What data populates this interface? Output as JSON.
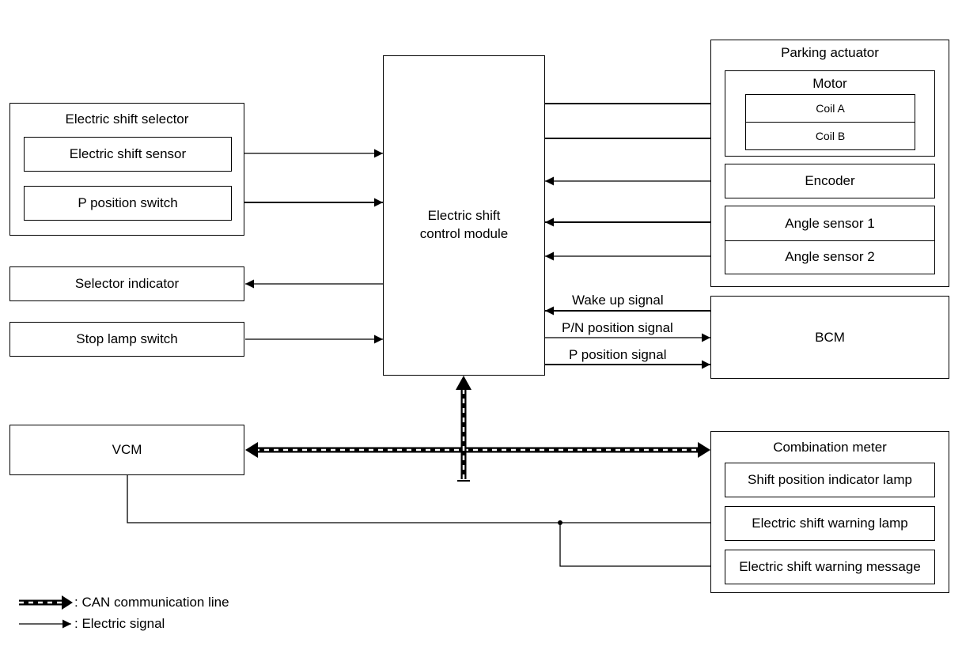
{
  "shift_selector": {
    "title": "Electric shift selector",
    "sensor": "Electric shift sensor",
    "p_switch": "P position switch"
  },
  "selector_indicator": "Selector indicator",
  "stop_lamp_switch": "Stop lamp switch",
  "vcm": "VCM",
  "control_module": {
    "line1": "Electric shift",
    "line2": "control module"
  },
  "parking_actuator": {
    "title": "Parking actuator",
    "motor": "Motor",
    "coil_a": "Coil A",
    "coil_b": "Coil B",
    "encoder": "Encoder",
    "angle_sensor_1": "Angle sensor 1",
    "angle_sensor_2": "Angle sensor 2"
  },
  "bcm": "BCM",
  "signals": {
    "wake_up": "Wake up signal",
    "pn_position": "P/N position signal",
    "p_position": "P position signal"
  },
  "combination_meter": {
    "title": "Combination meter",
    "shift_indicator": "Shift position indicator lamp",
    "warning_lamp": "Electric shift warning lamp",
    "warning_message": "Electric shift warning message"
  },
  "legend": {
    "can": ": CAN communication line",
    "electric": ": Electric signal"
  }
}
